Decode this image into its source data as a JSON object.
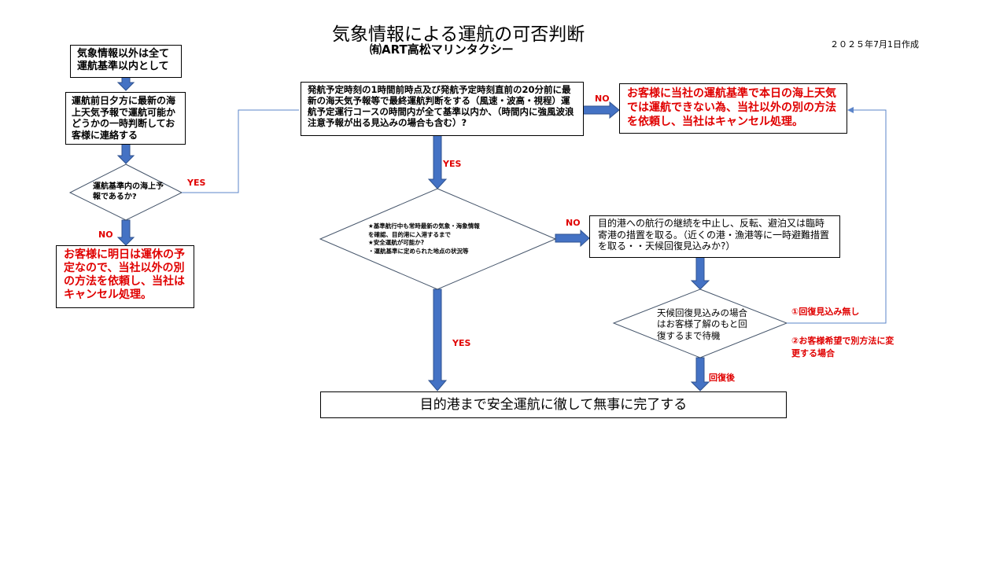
{
  "header": {
    "title": "気象情報による運航の可否判断",
    "subtitle": "㈲ART高松マリンタクシー",
    "date": "２０２５年7月1日作成"
  },
  "nodes": {
    "start": "気象情報以外は全て運航基準以内として",
    "prev_day": "運航前日夕方に最新の海上天気予報で運航可能かどうかの一時判断してお客様に連絡する",
    "decision1": "運航基準内の海上予報であるか?",
    "cancel_prev": "お客様に明日は運休の予定なので、当社以外の別の方法を依頼し、当社はキャンセル処理。",
    "final_check": "発航予定時刻の1時間前時点及び発航予定時刻直前の20分前に最新の海天気予報等で最終運航判断をする（風速・波高・視程）運航予定運行コースの時間内が全て基準以内か、（時間内に強風波浪注意予報が出る見込みの場合も含む）?",
    "cancel_today": "お客様に当社の運航基準で本日の海上天気では運航できない為、当社以外の別の方法を依頼し、当社はキャンセル処理。",
    "decision2_lines": [
      "★基準航行中も常時最新の気象・海象情報",
      "を確認、目的港に入港するまで",
      "★安全運航が可能か?",
      "・運航基準に定められた地点の状況等"
    ],
    "abort": "目的港への航行の継続を中止し、反転、避泊又は臨時寄港の措置を取る。（近くの港・漁港等に一時避難措置を取る・・天候回復見込みか?）",
    "decision3": "天候回復見込みの場合はお客様了解のもと回復するまで待機",
    "complete": "目的港まで安全運航に徹して無事に完了する"
  },
  "labels": {
    "yes1": "YES",
    "no1": "NO",
    "no2": "NO",
    "yes2": "YES",
    "no3": "NO",
    "yes3": "YES",
    "no_recovery": "①回復見込み無し",
    "customer_change": "②お客様希望で別方法に変更する場合",
    "recovered": "回復後"
  },
  "colors": {
    "arrow": "#4472c4",
    "accent_red": "#e00000",
    "line": "#5b84c9"
  }
}
